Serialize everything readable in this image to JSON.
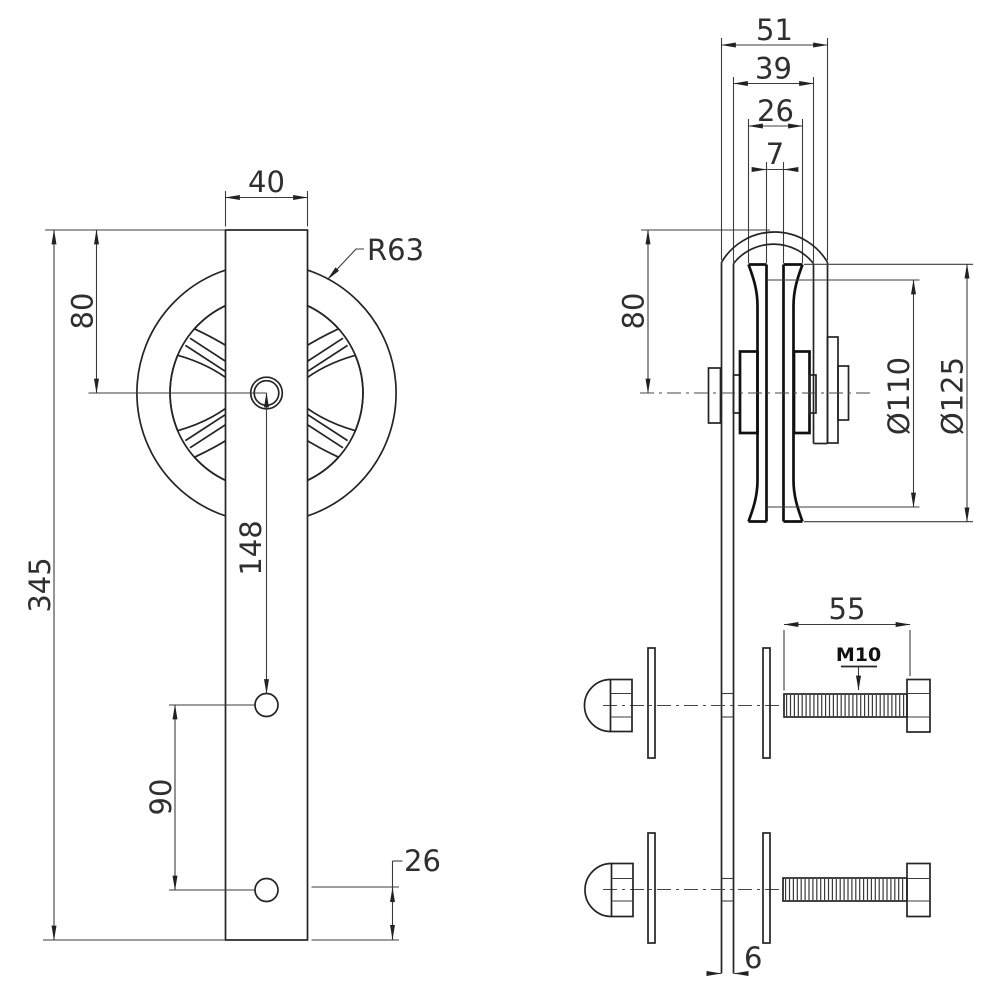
{
  "colors": {
    "line": "#2f2f2f",
    "background": "#ffffff"
  },
  "drawing": {
    "front_view": {
      "dims": {
        "strap_width": "40",
        "wheel_radius": "R63",
        "top_to_axle": "80",
        "total_height": "345",
        "axle_to_middle_hole": "148",
        "hole_spacing": "90",
        "bottom_offset": "26"
      }
    },
    "side_view": {
      "dims": {
        "overall_width": "51",
        "inner_width": "39",
        "rim_width": "26",
        "web_thickness": "7",
        "top_to_axle": "80",
        "groove_diameter": "Ø110",
        "outer_diameter": "Ø125",
        "bolt_length": "55",
        "thread": "M10",
        "strap_thickness": "6"
      }
    }
  }
}
